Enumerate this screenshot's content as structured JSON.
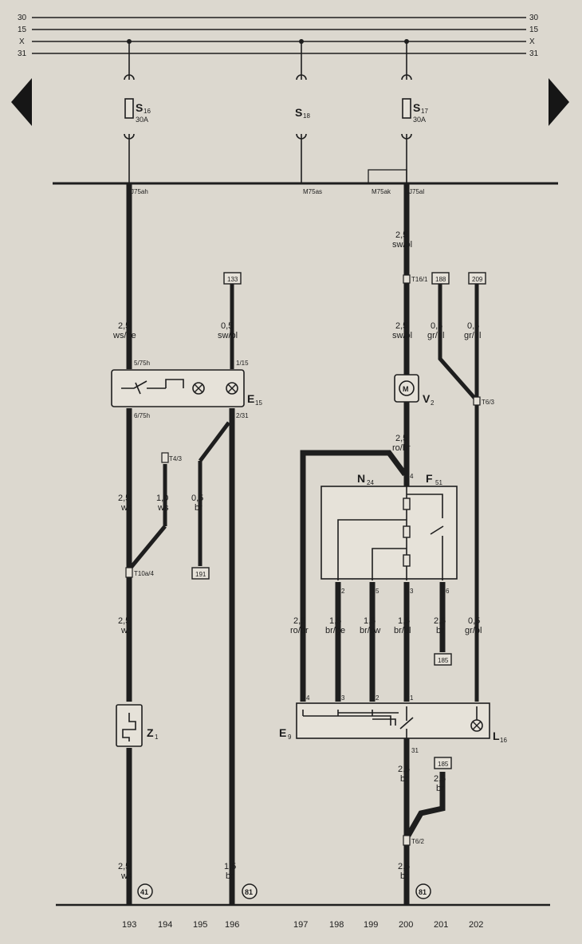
{
  "bus_lines": [
    {
      "left": "30",
      "right": "30"
    },
    {
      "left": "15",
      "right": "15"
    },
    {
      "left": "X",
      "right": "X"
    },
    {
      "left": "31",
      "right": "31"
    }
  ],
  "fuses": {
    "s16": {
      "label": "S",
      "sub": "16",
      "rating": "30A"
    },
    "s18": {
      "label": "S",
      "sub": "18"
    },
    "s17": {
      "label": "S",
      "sub": "17",
      "rating": "30A"
    }
  },
  "terminals": {
    "j75ah": "J75ah",
    "m75as": "M75as",
    "m75ak": "M75ak",
    "j75al": "J75al"
  },
  "ref_boxes": {
    "r133": "133",
    "r188": "188",
    "r209": "209",
    "r191": "191",
    "r185a": "185",
    "r185b": "185"
  },
  "wires": {
    "w193_top_size": "2,5",
    "w193_top_color": "ws/ge",
    "w196_top_size": "0,5",
    "w196_top_color": "sw/bl",
    "w200_top_size": "2,5",
    "w200_top_color": "sw/bl",
    "w200_mid_size": "2,5",
    "w200_mid_color": "sw/bl",
    "w201_top_size": "0,5",
    "w201_top_color": "gr/bl",
    "w202_top_size": "0,5",
    "w202_top_color": "gr/bl",
    "w200_vent_size": "2,5",
    "w200_vent_color": "ro/br",
    "w193_ws_size": "2,5",
    "w193_ws_color": "ws",
    "w194_size": "1,0",
    "w194_color": "ws",
    "w195_size": "0,5",
    "w195_color": "br",
    "w193_low_size": "2,5",
    "w193_low_color": "ws",
    "w197_size": "2,5",
    "w197_color": "ro/br",
    "w198_size": "1,5",
    "w198_color": "br/ge",
    "w199_size": "1,5",
    "w199_color": "br/sw",
    "w200_low_size": "1,5",
    "w200_low_color": "br/bl",
    "w201_low_size": "2,5",
    "w201_low_color": "br",
    "w202_low_size": "0,5",
    "w202_low_color": "gr/bl",
    "w200_bot_size": "2,5",
    "w200_bot_color": "br",
    "w201_bot_size": "2,5",
    "w201_bot_color": "br",
    "w193_bot_size": "2,5",
    "w193_bot_color": "ws",
    "w196_bot_size": "1,5",
    "w196_bot_color": "br",
    "w200_end_size": "2,5",
    "w200_end_color": "br"
  },
  "pins": {
    "p5_75h": "5/75h",
    "p6_75h": "6/75h",
    "p1_15": "1/15",
    "p2_31": "2/31",
    "t16_1": "T16/1",
    "t6_3": "T6/3",
    "t4_3": "T4/3",
    "t10a_4": "T10a/4",
    "t6_2": "T6/2",
    "n4": "4",
    "n2": "2",
    "n5": "5",
    "n3": "3",
    "n6": "6",
    "e4": "4",
    "e3": "3",
    "e2": "2",
    "e1": "1",
    "e31": "31"
  },
  "components": {
    "e15": {
      "label": "E",
      "sub": "15"
    },
    "v2": {
      "label": "V",
      "sub": "2"
    },
    "motor": "M",
    "n24": {
      "label": "N",
      "sub": "24"
    },
    "f51": {
      "label": "F",
      "sub": "51"
    },
    "z1": {
      "label": "Z",
      "sub": "1"
    },
    "e9": {
      "label": "E",
      "sub": "9"
    },
    "l16": {
      "label": "L",
      "sub": "16"
    }
  },
  "ground_refs": {
    "g193": "41",
    "g196": "81",
    "g200": "81"
  },
  "columns": [
    "193",
    "194",
    "195",
    "196",
    "197",
    "198",
    "199",
    "200",
    "201",
    "202"
  ],
  "colors": {
    "ink": "#1e1e1e",
    "paper": "#dcd8cf"
  }
}
